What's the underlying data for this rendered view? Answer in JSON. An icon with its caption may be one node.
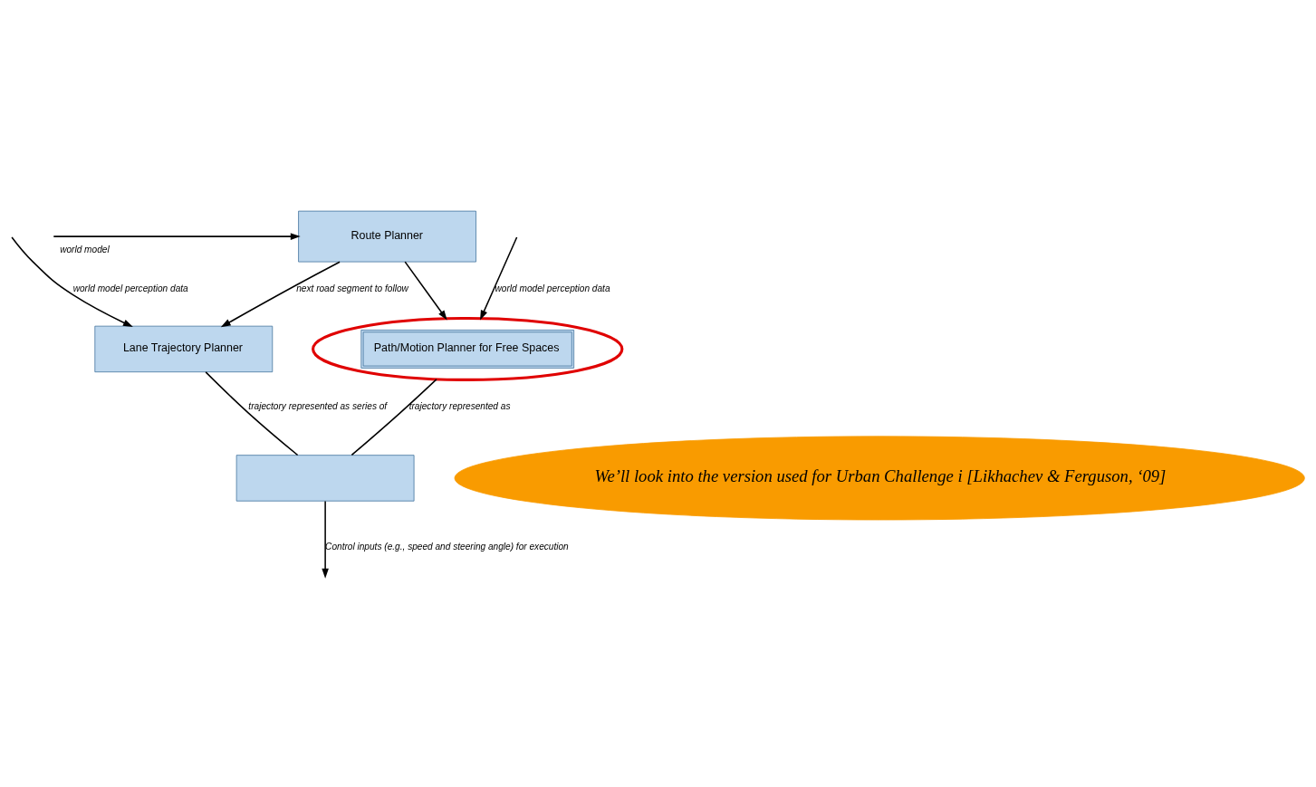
{
  "diagram": {
    "nodes": [
      {
        "text": [
          "Route Planner"
        ]
      },
      {
        "text": [
          "Lane Trajectory Planner"
        ]
      },
      {
        "text": [
          "Path/Motion Planner for Free Spaces"
        ]
      },
      {
        "text": [],
        "shape": "box"
      },
      {
        "text": [
          "We’ll look into the version used for Urban Challenge i [Likhachev & Ferguson, ‘09]"
        ]
      }
    ],
    "edges": [
      {
        "from": null,
        "to": 0,
        "arrow": "to",
        "label": "world model"
      },
      {
        "from": 0,
        "to": 1,
        "arrow": "to",
        "label": "next road segment to follow"
      },
      {
        "from": 0,
        "to": 2,
        "arrow": "to"
      },
      {
        "from": null,
        "to": 1,
        "arrow": "to",
        "label": "world model perception data"
      },
      {
        "from": null,
        "to": 2,
        "arrow": "to",
        "label": "world model perception data"
      },
      {
        "from": 1,
        "to": 3,
        "arrow": "none",
        "label": "trajectory represented as series of"
      },
      {
        "from": 2,
        "to": 3,
        "arrow": "none",
        "label": "trajectory represented as"
      },
      {
        "from": 3,
        "to": null,
        "arrow": "to",
        "label": "Control inputs (e.g., speed and steering angle) for execution"
      }
    ]
  }
}
